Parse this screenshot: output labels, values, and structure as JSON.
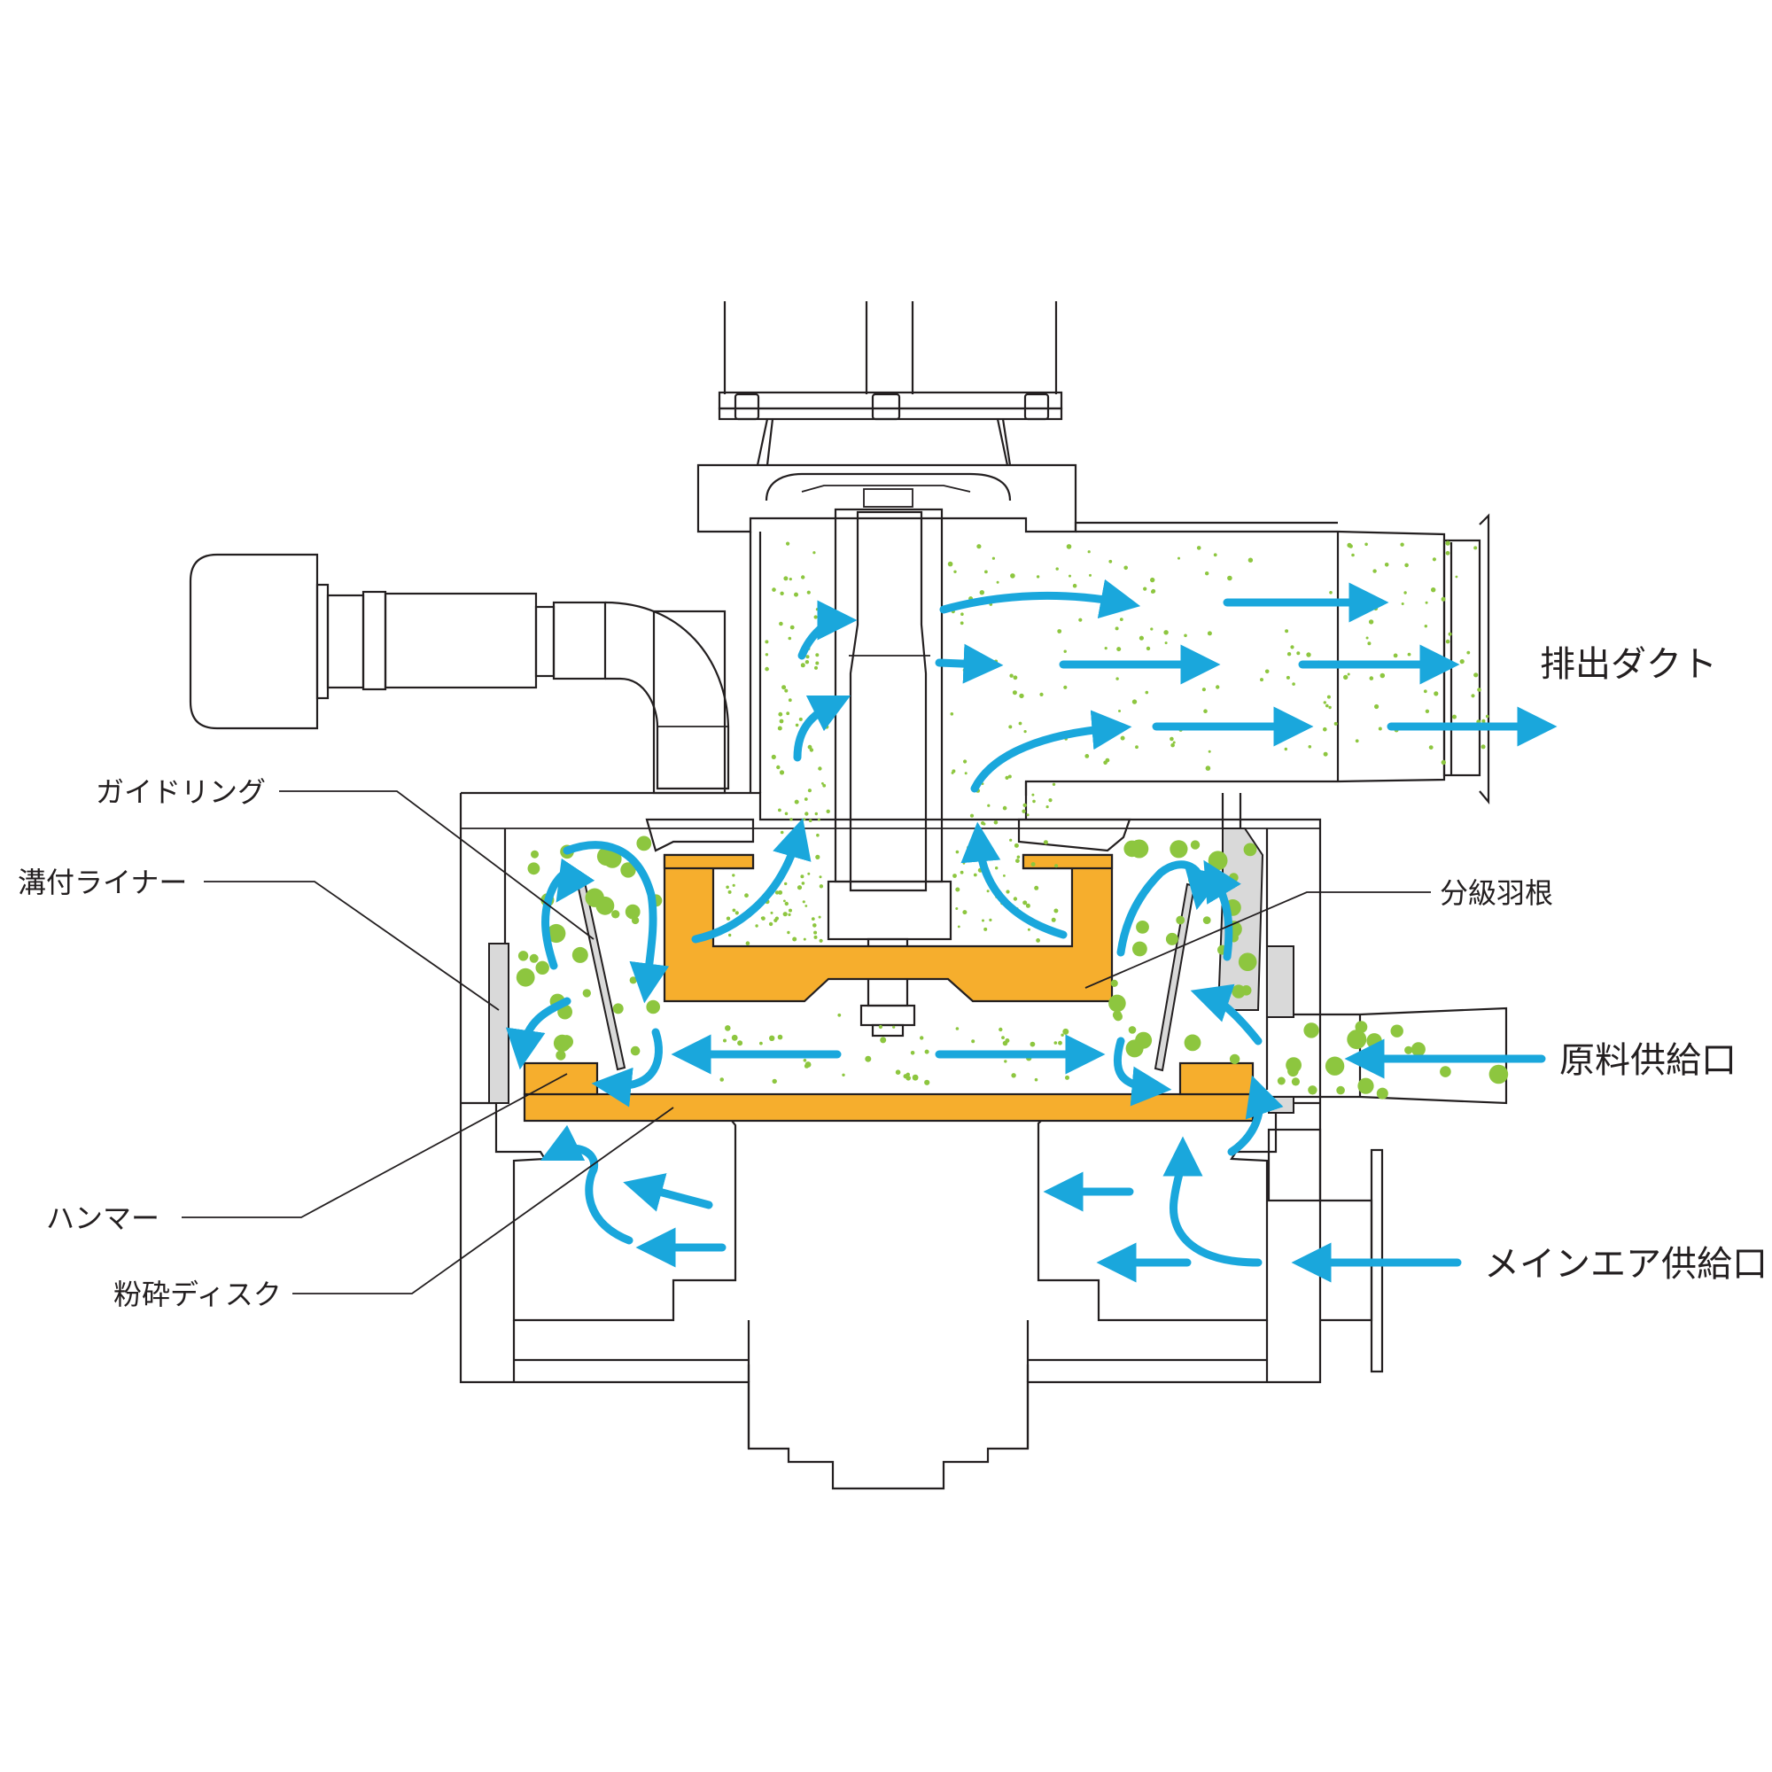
{
  "labels": {
    "guide_ring": "ガイドリング",
    "grooved_liner": "溝付ライナー",
    "hammer": "ハンマー",
    "grinding_disk": "粉砕ディスク",
    "classifier_blade": "分級羽根",
    "exhaust_duct": "排出ダクト",
    "material_inlet": "原料供給口",
    "main_air_inlet": "メインエア供給口"
  },
  "colors": {
    "air_flow": "#1aa7dc",
    "particles": "#8dc63f",
    "rotor_parts": "#f6ae2d",
    "liner": "#d9d9d9",
    "outline": "#231f20"
  }
}
